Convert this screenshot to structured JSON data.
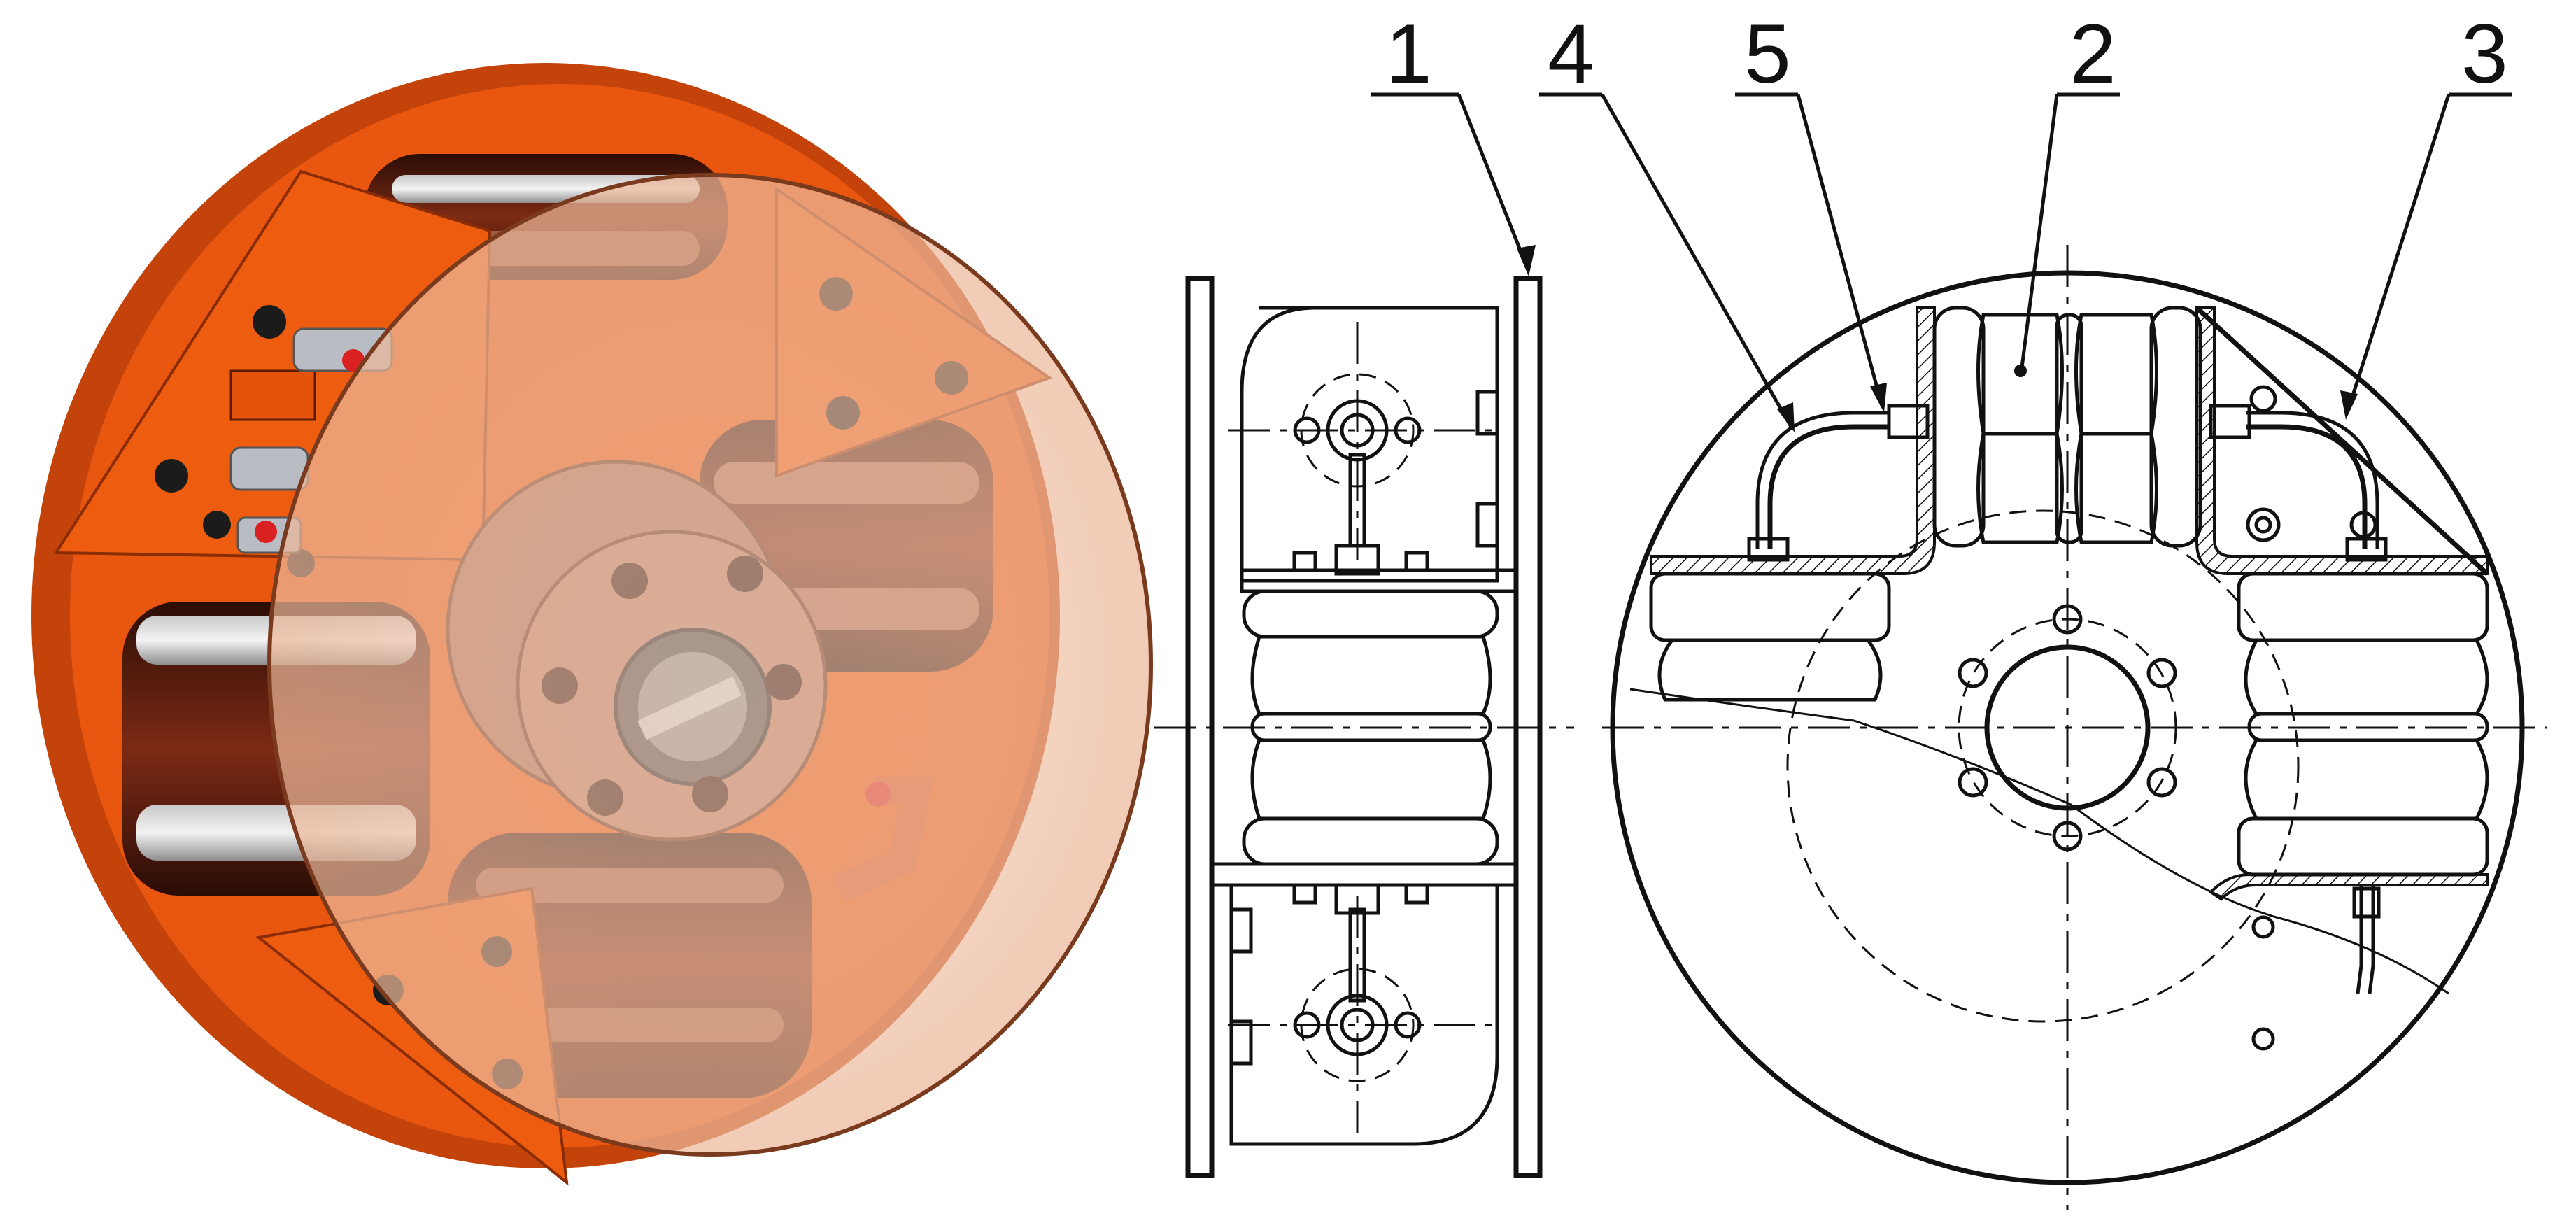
{
  "callouts": [
    "1",
    "4",
    "5",
    "2",
    "3"
  ],
  "colors": {
    "frame_orange": "#e8560f",
    "frame_dark": "#b9400a",
    "bellows_dark": "#3a1208",
    "bellows_copper": "#9a5a44",
    "cover_tint": "#f1c5aa",
    "hub_copper": "#a46b55",
    "line": "#111111"
  }
}
